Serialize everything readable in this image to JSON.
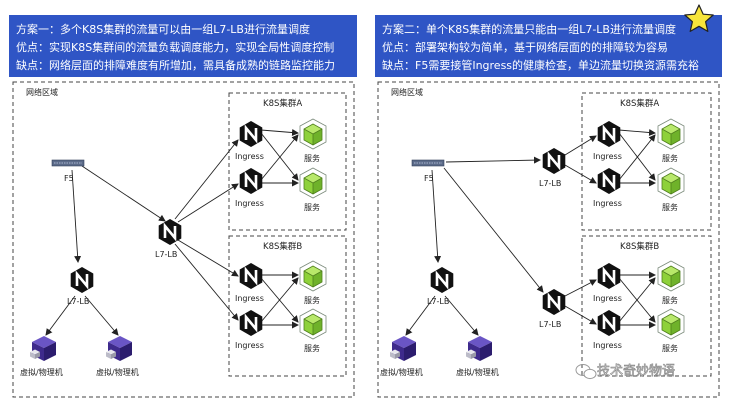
{
  "left": {
    "header": [
      "方案一：多个K8S集群的流量可以由一组L7-LB进行流量调度",
      "优点：实现K8S集群间的流量负载调度能力，实现全局性调度控制",
      "缺点：网络层面的排障难度有所增加，需具备成熟的链路监控能力"
    ],
    "region_label": "网络区域",
    "cluster_a_label": "K8S集群A",
    "cluster_b_label": "K8S集群B",
    "f5_label": "F5",
    "l7lb_labels": [
      "L7-LB",
      "L7-LB"
    ],
    "ingress_label": "Ingress",
    "service_label": "服务",
    "vm_label": "虚拟/物理机"
  },
  "right": {
    "header": [
      "方案二：单个K8S集群的流量只能由一组L7-LB进行流量调度",
      "优点：部署架构较为简单，基于网络层面的的排障较为容易",
      "缺点：F5需要接管Ingress的健康检查，单边流量切换资源需充裕"
    ],
    "region_label": "网络区域",
    "cluster_a_label": "K8S集群A",
    "cluster_b_label": "K8S集群B",
    "f5_label": "F5",
    "l7lb_labels": [
      "L7-LB",
      "L7-LB",
      "L7-LB"
    ],
    "ingress_label": "Ingress",
    "service_label": "服务",
    "vm_label": "虚拟/物理机",
    "star": "recommended-star"
  },
  "watermark": "技术奇妙物语",
  "colors": {
    "header_bg": "#2f55c5",
    "header_text": "#ffffff",
    "nginx_black": "#111111",
    "service_green": "#8ed13a",
    "vm_purple": "#3e2a8c",
    "star_yellow": "#f7e53b"
  }
}
